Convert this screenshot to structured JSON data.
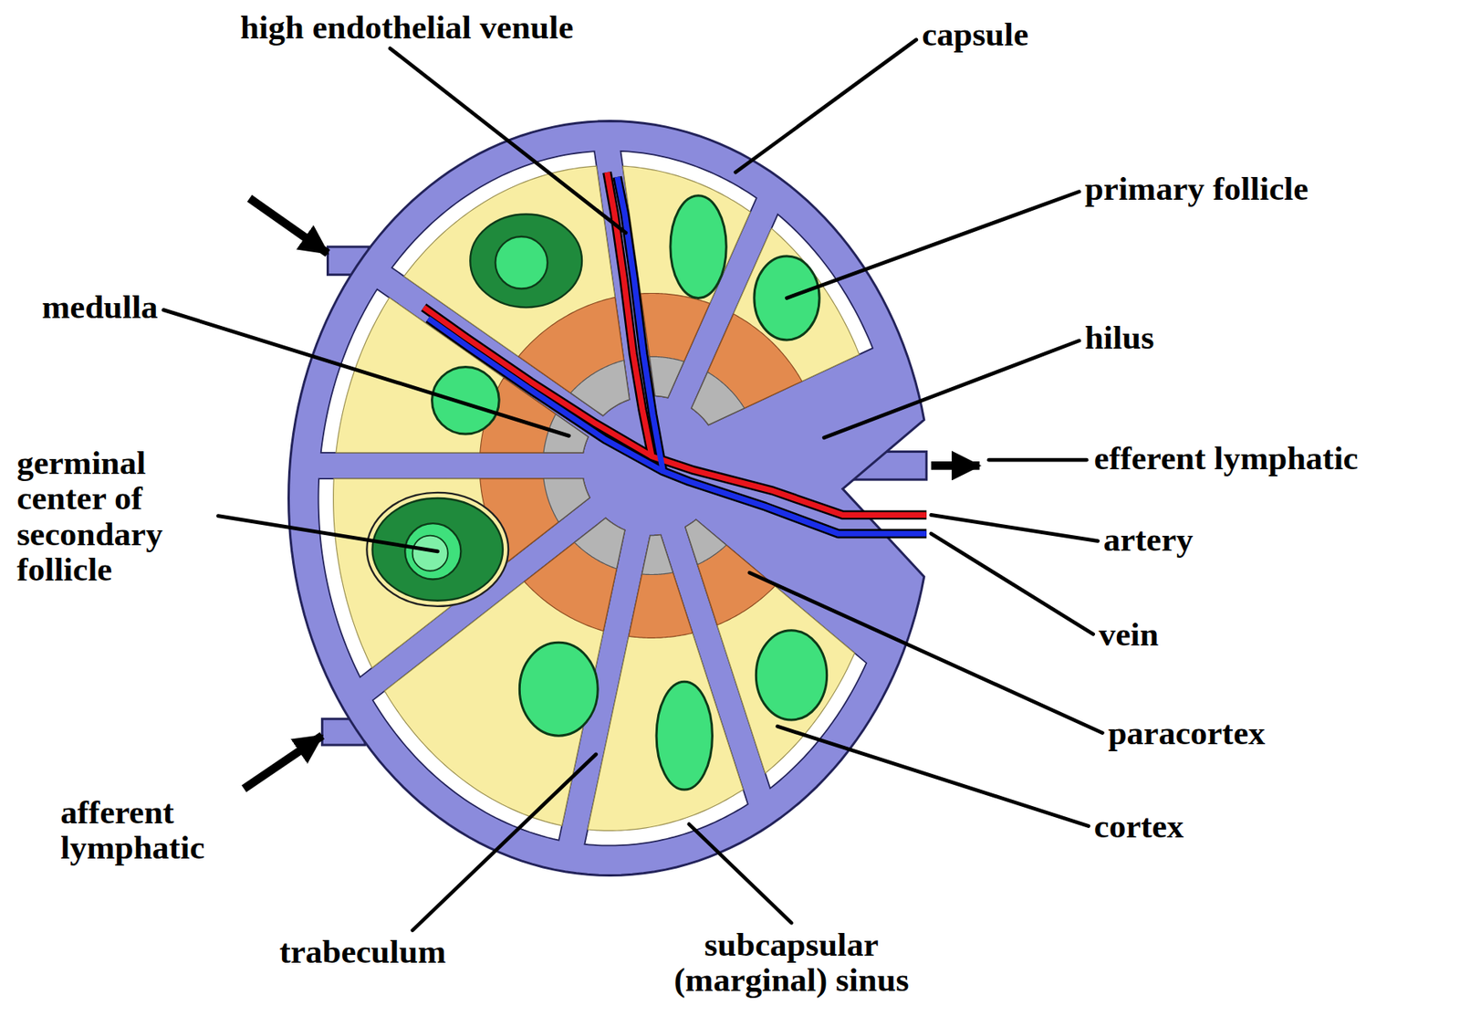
{
  "diagram": {
    "labels": [
      "high endothelial venule",
      "capsule",
      "primary follicle",
      "medulla",
      "hilus",
      "efferent lymphatic",
      "germinal center of secondary follicle",
      "artery",
      "vein",
      "paracortex",
      "cortex",
      "afferent lymphatic",
      "trabeculum",
      "subcapsular (marginal) sinus"
    ]
  }
}
